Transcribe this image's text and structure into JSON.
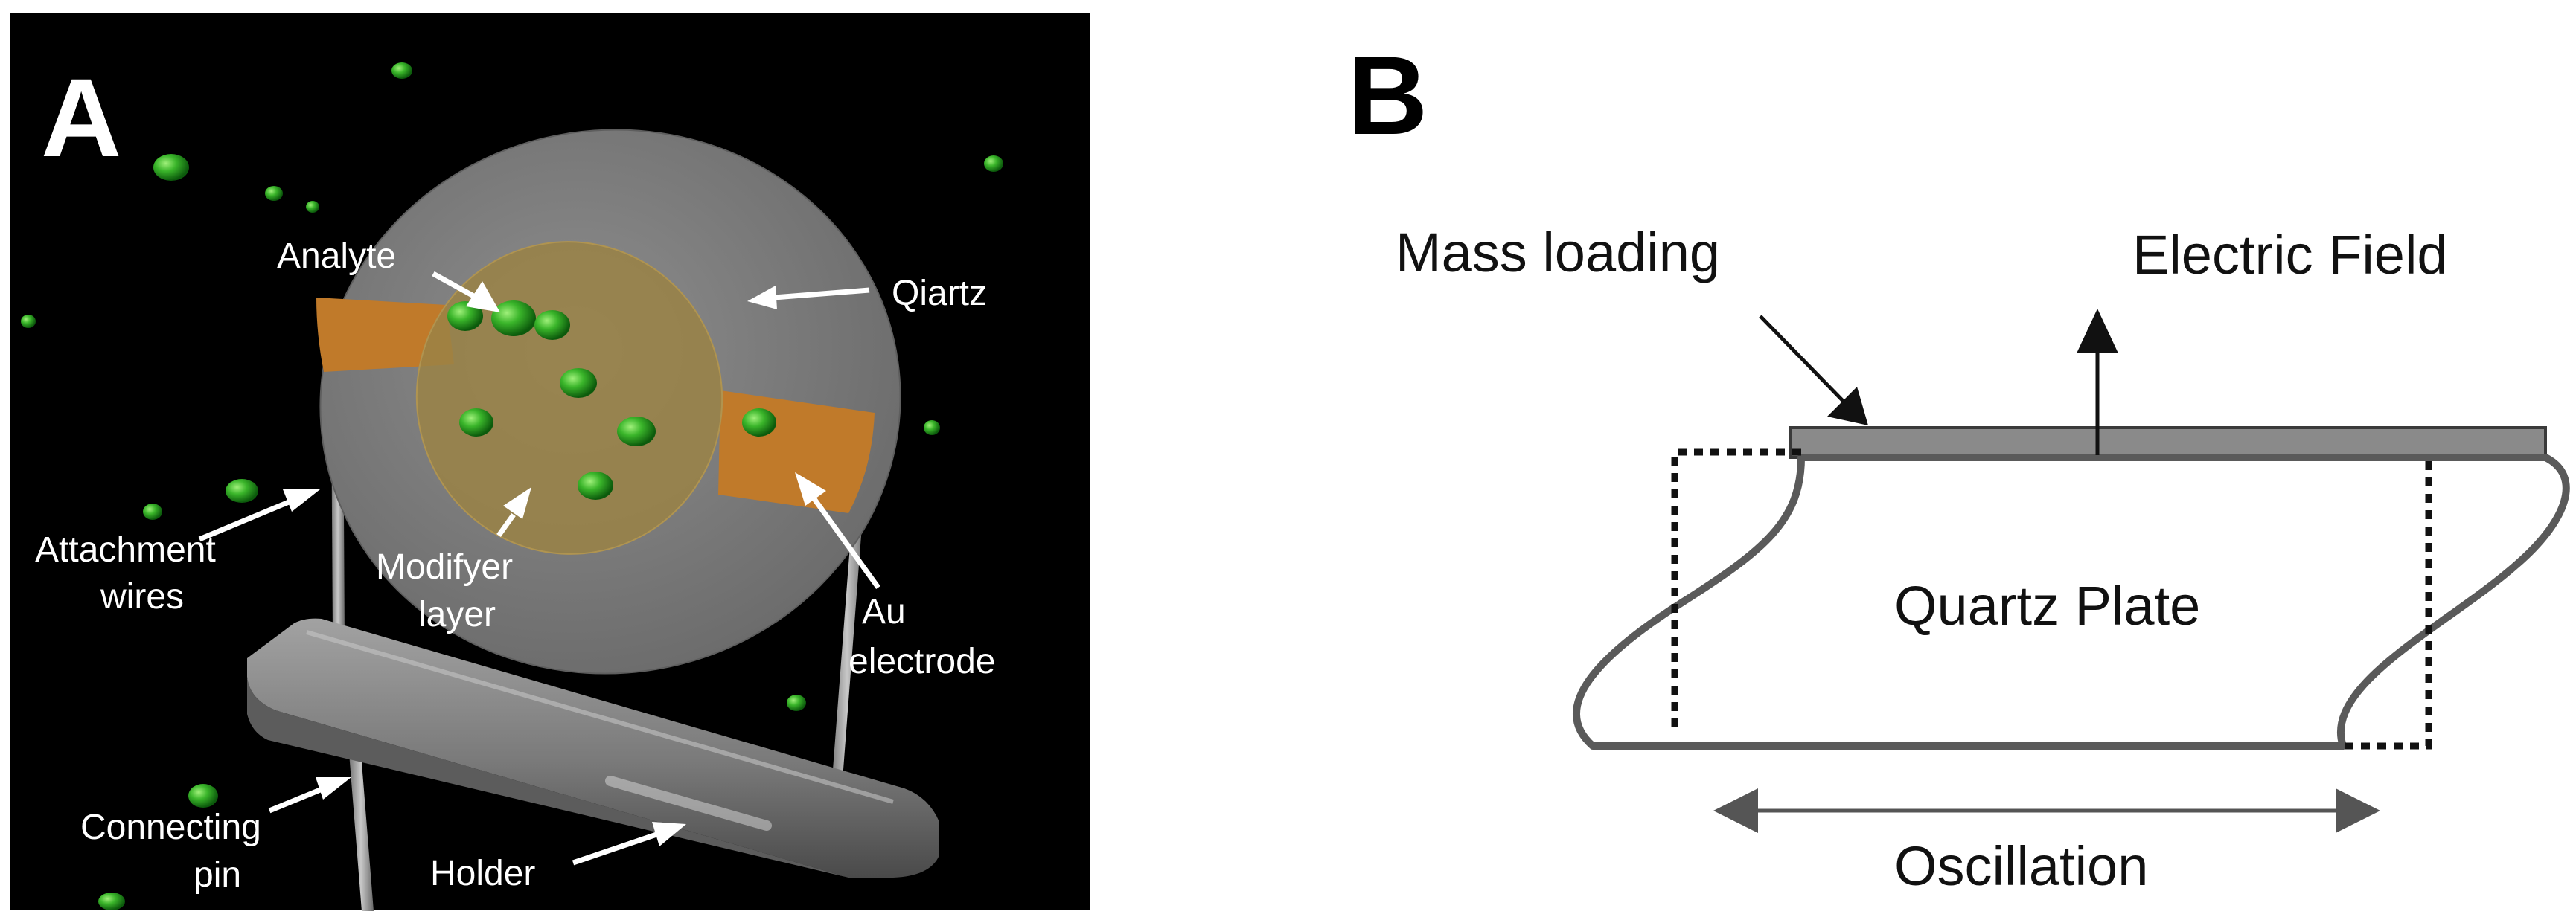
{
  "panel_a": {
    "letter": "A",
    "labels": {
      "analyte": "Analyte",
      "quartz": "Qiartz",
      "attachment_line1": "Attachment",
      "attachment_line2": "wires",
      "modifier_line1": "Modifyer",
      "modifier_line2": "layer",
      "au_line1": "Au",
      "au_line2": "electrode",
      "connecting_line1": "Connecting",
      "connecting_line2": "pin",
      "holder": "Holder"
    }
  },
  "panel_b": {
    "letter": "B",
    "labels": {
      "mass_loading": "Mass loading",
      "electric_field": "Electric Field",
      "quartz_plate": "Quartz Plate",
      "oscillation": "Oscillation"
    }
  },
  "colors": {
    "background_a": "#000000",
    "quartz_disk": "#808080",
    "au_electrode": "#c07a2a",
    "modifier_layer": "#9a8245",
    "analyte": "#2e9e1e",
    "holder": "#7b7b7b"
  }
}
